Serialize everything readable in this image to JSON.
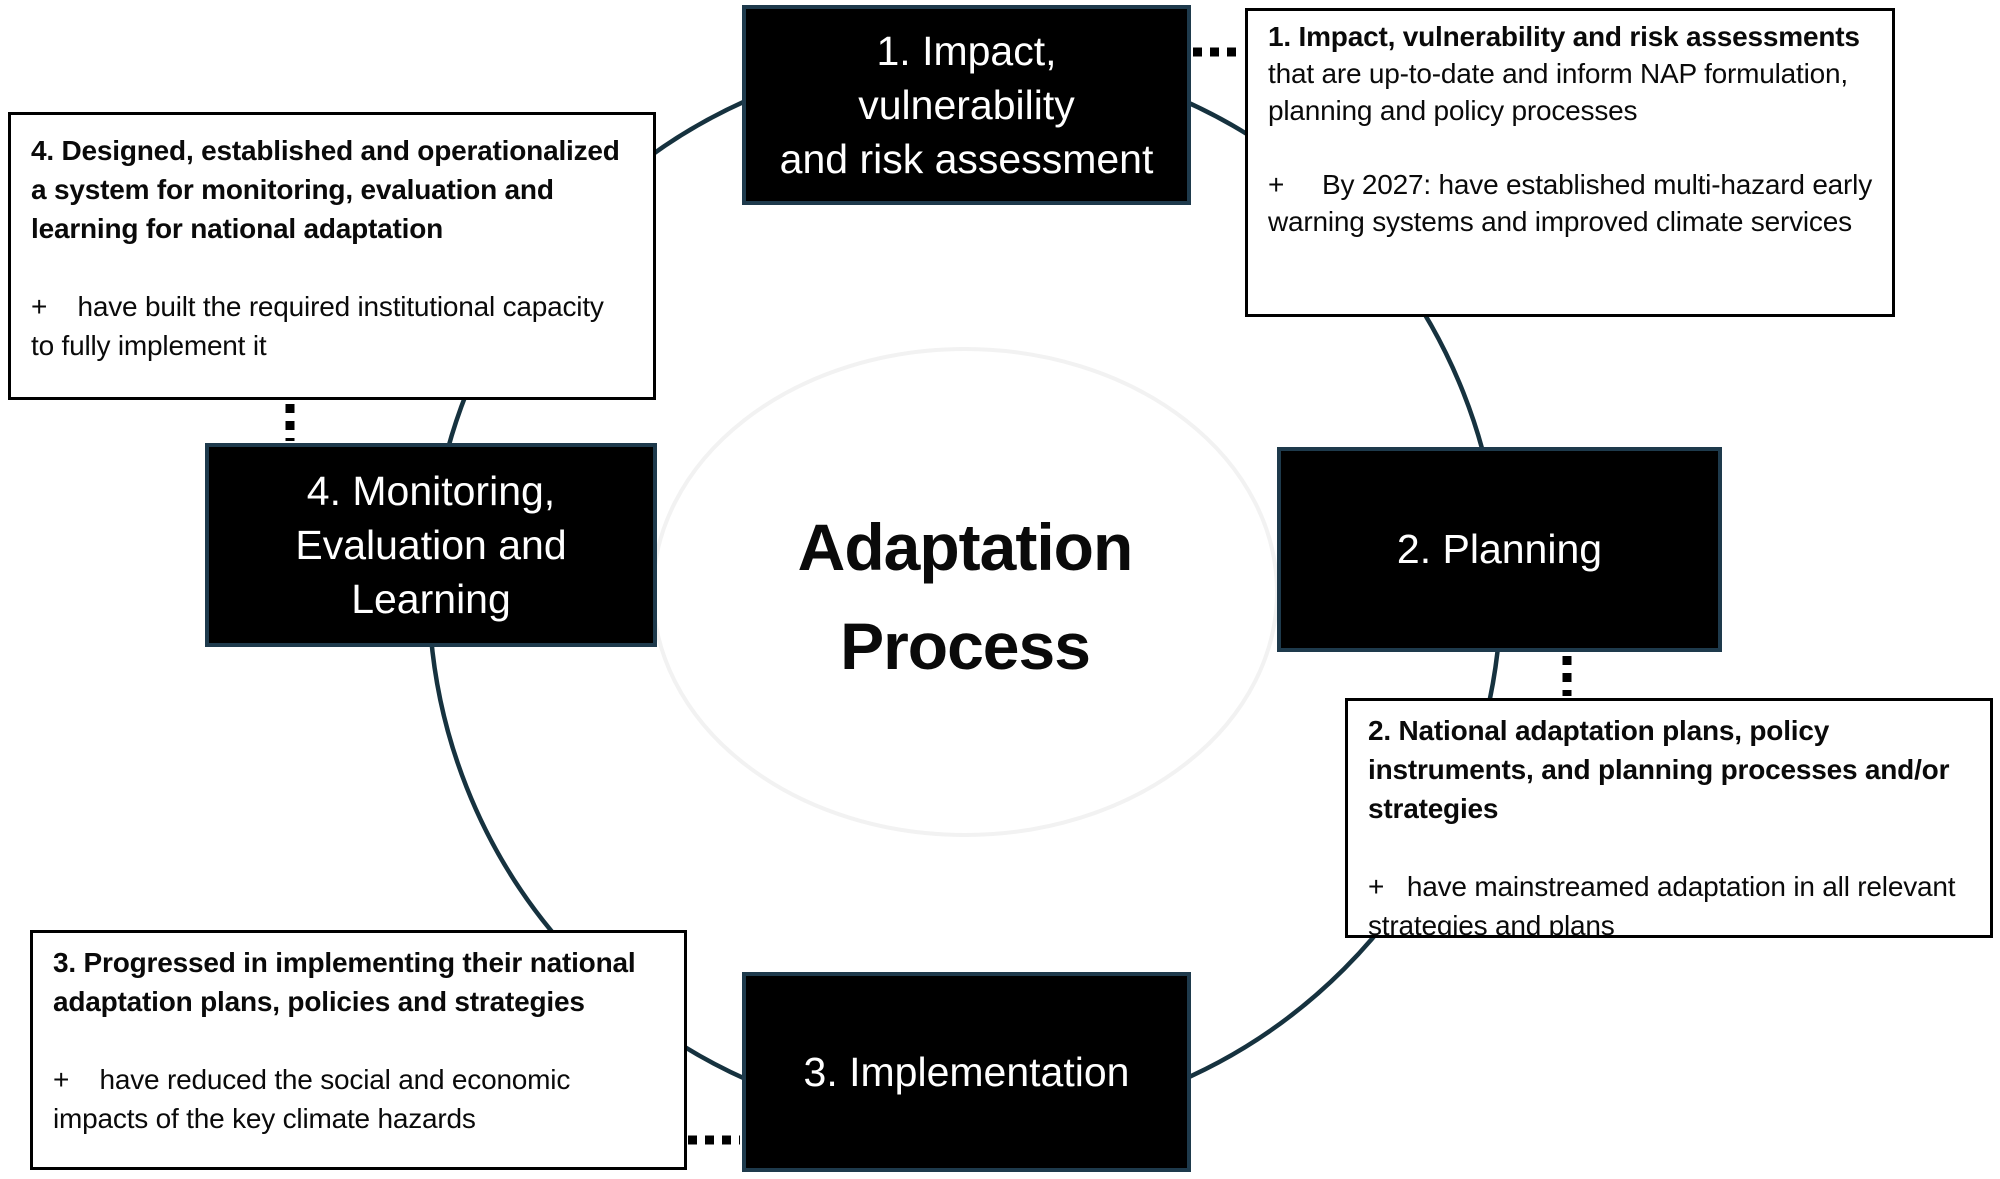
{
  "center": {
    "title": "Adaptation\nProcess"
  },
  "colors": {
    "stage_bg": "#000000",
    "stage_border": "#1e3a4c",
    "stage_text": "#ffffff",
    "cycle_circle": "#16323f",
    "inner_ellipse": "#f2f2f2",
    "dotted_connector": "#000000",
    "note_border": "#000000",
    "note_text": "#0a0a0a"
  },
  "stages": [
    {
      "id": "assessment",
      "label": "1. Impact,\nvulnerability\nand risk assessment"
    },
    {
      "id": "planning",
      "label": "2. Planning"
    },
    {
      "id": "implementation",
      "label": "3. Implementation"
    },
    {
      "id": "monitoring",
      "label": "4. Monitoring,\nEvaluation and\nLearning"
    }
  ],
  "notes": [
    {
      "id": "note-1",
      "bold": "1. Impact, vulnerability and risk assessments",
      "rest": " that are up-to-date and inform NAP formulation, planning and policy processes",
      "plus": "+     By 2027: have established multi-hazard early warning systems and improved climate services"
    },
    {
      "id": "note-2",
      "bold": "2. National adaptation plans, policy instruments, and planning processes and/or strategies",
      "rest": "",
      "plus": "+   have mainstreamed adaptation in all relevant strategies and plans"
    },
    {
      "id": "note-3",
      "bold": "3. Progressed in implementing their national adaptation plans, policies and strategies",
      "rest": "",
      "plus": "+    have reduced the social and economic impacts of the key climate hazards"
    },
    {
      "id": "note-4",
      "bold": "4. Designed, established and operationalized a system for monitoring, evaluation and learning for national adaptation",
      "rest": "",
      "plus": "+    have built the required institutional capacity to fully implement it"
    }
  ]
}
